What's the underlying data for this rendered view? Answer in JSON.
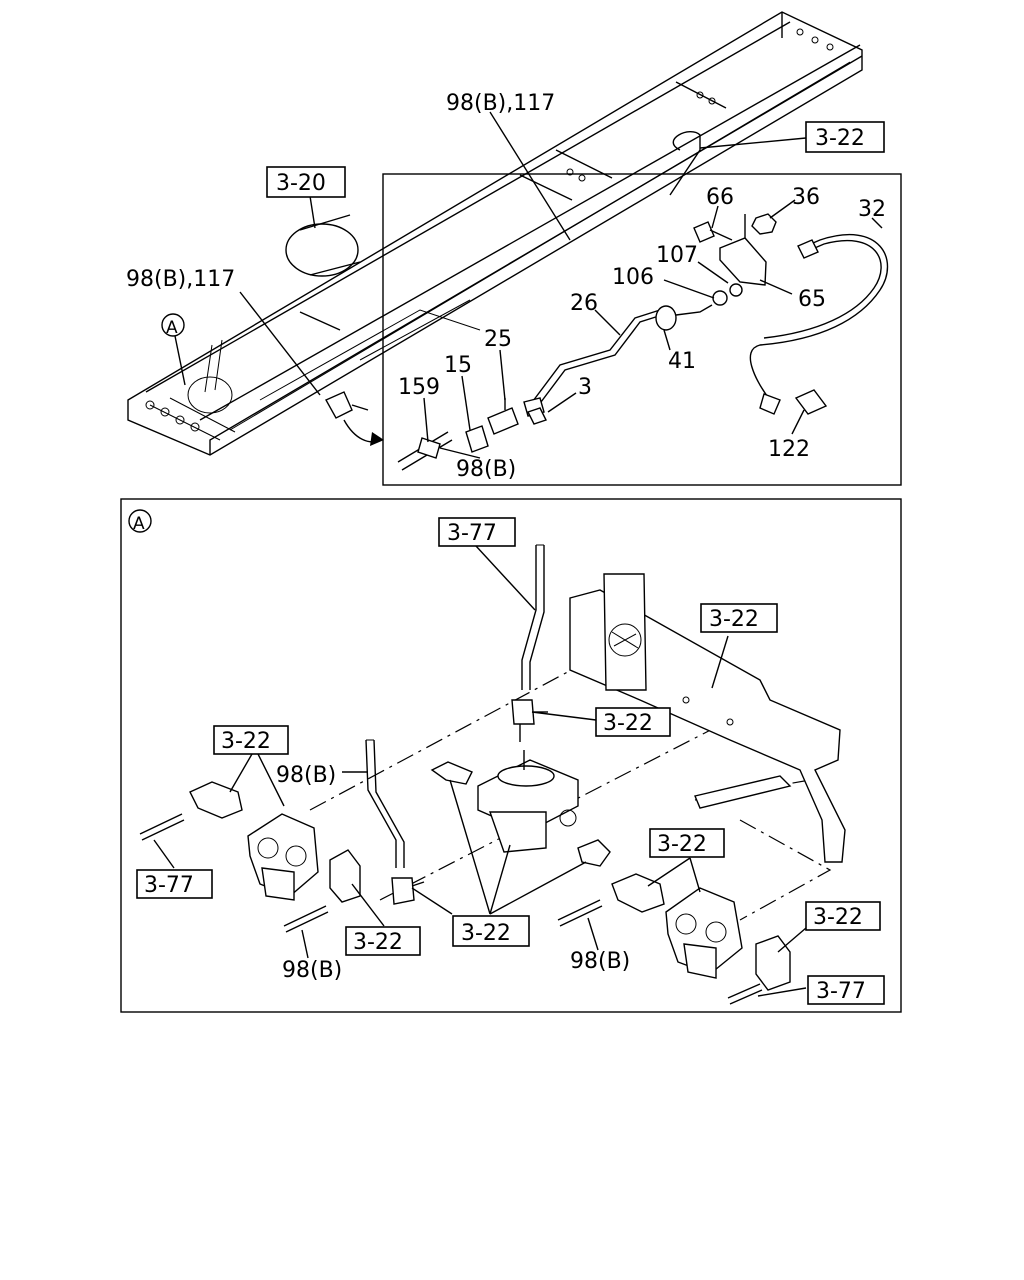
{
  "callouts_top": {
    "frame_a": "98(B),117",
    "frame_b": "98(B),117",
    "ref_3_22": "3-22",
    "ref_3_20": "3-20",
    "marker_a": "A"
  },
  "inset_parts": {
    "p66": "66",
    "p36": "36",
    "p32": "32",
    "p107": "107",
    "p65": "65",
    "p106": "106",
    "p26": "26",
    "p25": "25",
    "p41": "41",
    "p15": "15",
    "p159": "159",
    "p3": "3",
    "p98b": "98(B)",
    "p122": "122"
  },
  "detail_a": {
    "marker": "A",
    "ref_top_377": "3-77",
    "ref_bracket_322": "3-22",
    "ref_valve_322": "3-22",
    "ref_left_322": "3-22",
    "label_98b_mid": "98(B)",
    "ref_left_377": "3-77",
    "ref_center_322_a": "3-22",
    "ref_center_322_b": "3-22",
    "ref_right_322_top": "3-22",
    "ref_right_322_low": "3-22",
    "label_98b_bottom_left": "98(B)",
    "label_98b_bottom_right": "98(B)",
    "ref_right_377": "3-77"
  }
}
